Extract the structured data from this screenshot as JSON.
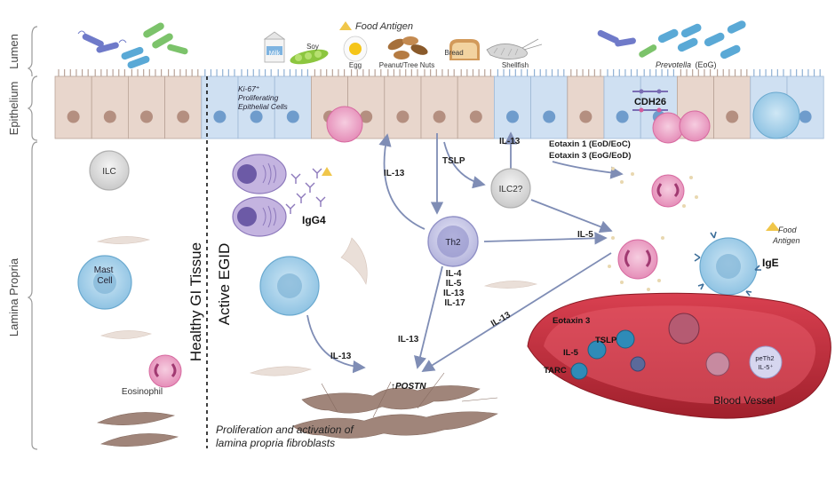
{
  "regions": {
    "lumen": "Lumen",
    "epithelium": "Epithelium",
    "lamina_propria": "Lamina Propria"
  },
  "panels": {
    "healthy": "Healthy GI Tissue",
    "active": "Active EGID"
  },
  "foods": {
    "title": "Food Antigen",
    "milk": "Milk",
    "soy": "Soy",
    "egg": "Egg",
    "nuts": "Peanut/Tree Nuts",
    "bread": "Bread",
    "shellfish": "Shellfish"
  },
  "microbes": {
    "prevotella": "Prevotella",
    "prevotella_suffix": "(EoG)"
  },
  "epithelial": {
    "ki67_line1": "Ki-67⁺",
    "ki67_line2": "Proliferating",
    "ki67_line3": "Epithelial Cells",
    "cdh26": "CDH26"
  },
  "cells": {
    "ilc": "ILC",
    "mast_line1": "Mast",
    "mast_line2": "Cell",
    "eosinophil": "Eosinophil",
    "igg4": "IgG4",
    "th2": "Th2",
    "ilc2": "ILC2?",
    "ige": "IgE",
    "food_antigen_line1": "Food",
    "food_antigen_line2": "Antigen"
  },
  "cytokines": {
    "il13": "IL-13",
    "tslp": "TSLP",
    "il5": "IL-5",
    "th2_list": [
      "IL-4",
      "IL-5",
      "IL-13",
      "IL-17"
    ],
    "eotaxin1": "Eotaxin 1 (EoD/EoC)",
    "eotaxin3": "Eotaxin 3 (EoG/EoD)"
  },
  "fibroblast": {
    "postn": "↑POSTN",
    "caption_line1": "Proliferation and activation of",
    "caption_line2": "lamina propria fibroblasts"
  },
  "blood_vessel": {
    "label": "Blood Vessel",
    "eotaxin3": "Eotaxin 3",
    "tslp": "TSLP",
    "il5": "IL-5",
    "tarc": "TARC",
    "peth2_line1": "peTh2",
    "peth2_line2": "IL-5⁺"
  },
  "colors": {
    "epithelium_normal": "#e8d6cc",
    "epithelium_active": "#cfe0f2",
    "arrow": "#7f8db5",
    "vessel": "#c0303d",
    "mast": "#a9d2ea",
    "eosinophil": "#e8a3c5",
    "fibroblast": "#a0857a"
  }
}
